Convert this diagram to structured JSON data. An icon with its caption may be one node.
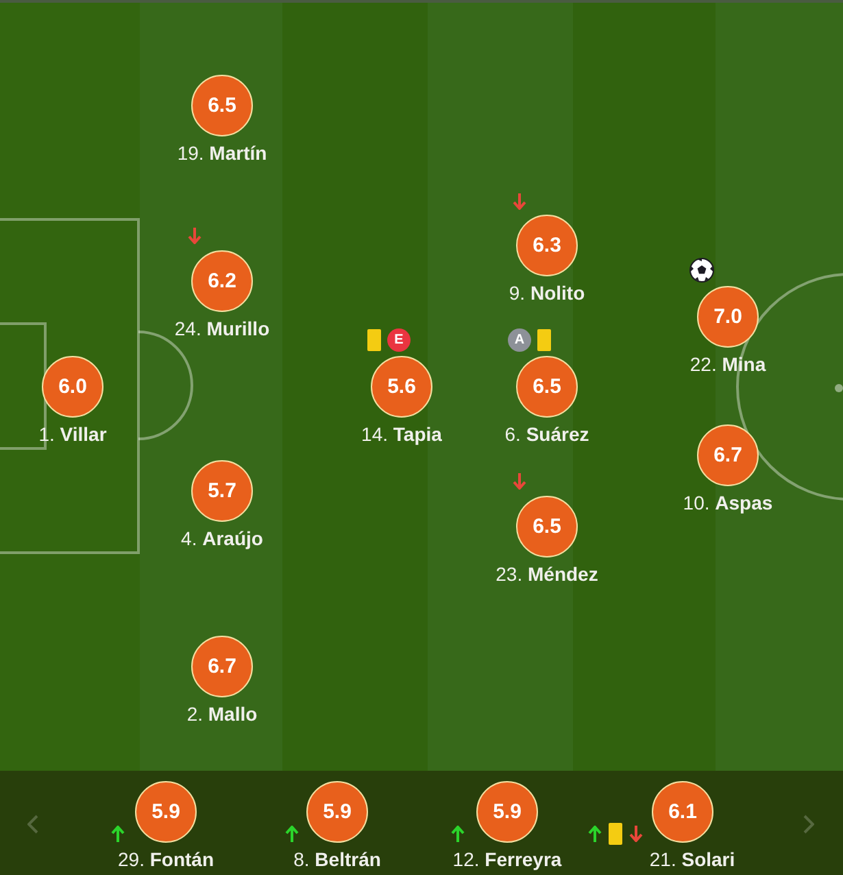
{
  "diagram": {
    "nodes": [
      {
        "text": [
          "6.0"
        ],
        "beside": [
          "1. **Villar**"
        ]
      },
      {
        "text": [
          "6.5"
        ],
        "beside": [
          "19. **Martín**"
        ]
      },
      {
        "text": [
          "6.2"
        ],
        "beside": [
          "24. **Murillo**"
        ]
      },
      {
        "text": [
          "5.7"
        ],
        "beside": [
          "4. **Araújo**"
        ]
      },
      {
        "text": [
          "6.7"
        ],
        "beside": [
          "2. **Mallo**"
        ]
      },
      {
        "text": [
          "5.6"
        ],
        "beside": [
          "E",
          "14. **Tapia**"
        ]
      },
      {
        "text": [
          "6.3"
        ],
        "beside": [
          "9. **Nolito**"
        ]
      },
      {
        "text": [
          "6.5"
        ],
        "beside": [
          "A",
          "6. **Suárez**"
        ]
      },
      {
        "text": [
          "6.5"
        ],
        "beside": [
          "23. **Méndez**"
        ]
      },
      {
        "text": [
          "7.0"
        ],
        "beside": [
          "22. **Mina**"
        ]
      },
      {
        "text": [
          "6.7"
        ],
        "beside": [
          "10. **Aspas**"
        ]
      },
      {
        "text": [
          "5.9"
        ],
        "beside": [
          "29. **Fontán**"
        ]
      },
      {
        "text": [
          "5.9"
        ],
        "beside": [
          "8. **Beltrán**"
        ]
      },
      {
        "text": [
          "5.9"
        ],
        "beside": [
          "12. **Ferreyra**"
        ]
      },
      {
        "text": [
          "6.1"
        ],
        "beside": [
          "21. **Solari**"
        ]
      }
    ]
  }
}
